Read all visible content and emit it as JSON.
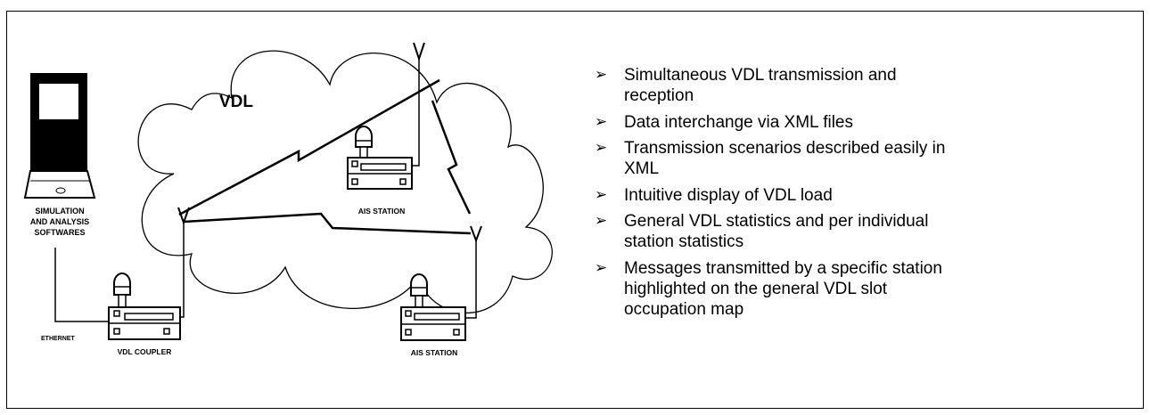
{
  "diagram": {
    "cloud_label": "VDL",
    "computer_label_lines": [
      "SIMULATION",
      "AND ANALYSIS",
      "SOFTWARES"
    ],
    "ethernet_label": "ETHERNET",
    "coupler_label": "VDL COUPLER",
    "station_center_label": "AIS STATION",
    "station_right_label": "AIS STATION"
  },
  "features": {
    "bullet_icon": "arrow-bullet-icon",
    "items": [
      "Simultaneous VDL transmission and reception",
      "Data interchange via XML files",
      "Transmission scenarios described easily in XML",
      "Intuitive display of VDL load",
      "General VDL statistics and per individual station statistics",
      "Messages transmitted by a specific station highlighted on the general VDL slot occupation map"
    ]
  }
}
